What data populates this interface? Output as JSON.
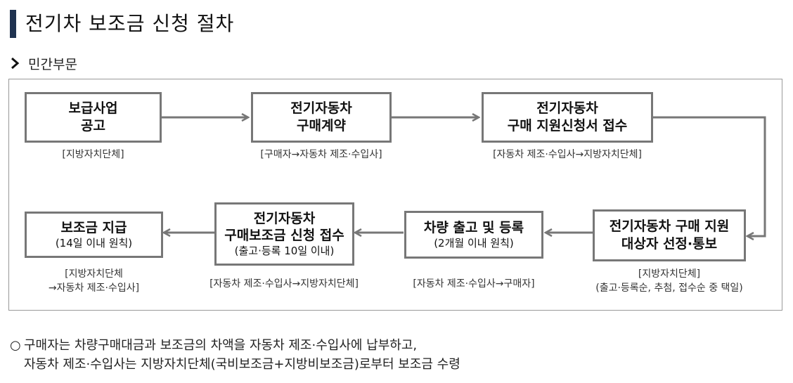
{
  "title": "전기차 보조금 신청 절차",
  "subtitle": "민간부문",
  "steps": [
    {
      "line1": "보급사업",
      "line2": "공고",
      "caption1": "[지방자치단체]"
    },
    {
      "line1": "전기자동차",
      "line2": "구매계약",
      "caption1": "[구매자→자동차 제조·수입사]"
    },
    {
      "line1": "전기자동차",
      "line2": "구매 지원신청서 접수",
      "caption1": "[자동차 제조·수입사→지방자치단체]"
    },
    {
      "line1": "전기자동차 구매 지원",
      "line2": "대상자 선정·통보",
      "caption1": "[지방자치단체]",
      "caption2": "(출고·등록순, 추첨, 접수순 중 택일)"
    },
    {
      "line1": "차량 출고 및 등록",
      "line2": "(2개월 이내 원칙)",
      "caption1": "[자동차 제조·수입사→구매자]"
    },
    {
      "line1": "전기자동차",
      "line2": "구매보조금 신청 접수",
      "line3": "(출고·등록 10일 이내)",
      "caption1": "[자동차 제조·수입사→지방자치단체]"
    },
    {
      "line1": "보조금 지급",
      "line2": "(14일 이내 원칙)",
      "caption1": "[지방자치단체",
      "caption2": "→자동차 제조·수입사]"
    }
  ],
  "note": {
    "bullet": "○",
    "line1": "구매자는 차량구매대금과 보조금의 차액을 자동차 제조·수입사에 납부하고,",
    "line2": "자동차 제조·수입사는 지방자치단체(국비보조금+지방비보조금)로부터 보조금 수령"
  }
}
